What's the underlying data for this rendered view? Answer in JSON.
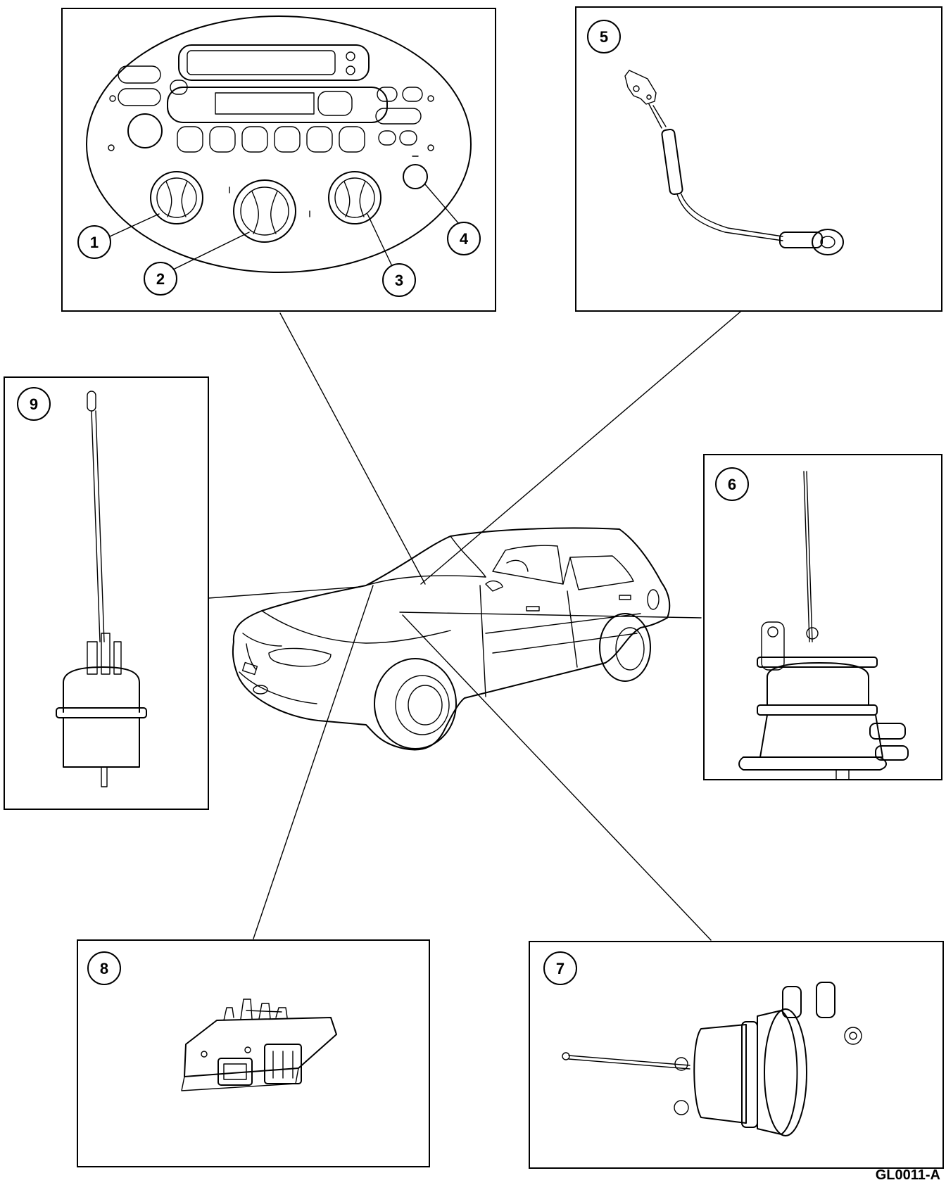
{
  "callouts": [
    "1",
    "2",
    "3",
    "4",
    "5",
    "6",
    "7",
    "8",
    "9"
  ],
  "figure_code": "GL0011-A"
}
